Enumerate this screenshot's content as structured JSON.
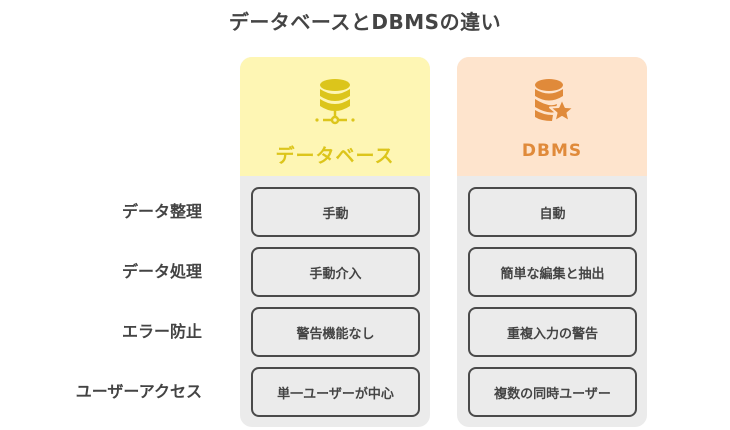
{
  "title": "データベースとDBMSの違い",
  "rows": [
    {
      "label": "データ整理"
    },
    {
      "label": "データ処理"
    },
    {
      "label": "エラー防止"
    },
    {
      "label": "ユーザーアクセス"
    }
  ],
  "columns": [
    {
      "title": "データベース",
      "icon": "database-network-icon",
      "color": "#dcc51b",
      "header_bg": "#fef6b4",
      "cells": [
        "手動",
        "手動介入",
        "警告機能なし",
        "単一ユーザーが中心"
      ]
    },
    {
      "title": "DBMS",
      "icon": "database-star-icon",
      "color": "#e08a3a",
      "header_bg": "#fee4cd",
      "cells": [
        "自動",
        "簡単な編集と抽出",
        "重複入力の警告",
        "複数の同時ユーザー"
      ]
    }
  ]
}
